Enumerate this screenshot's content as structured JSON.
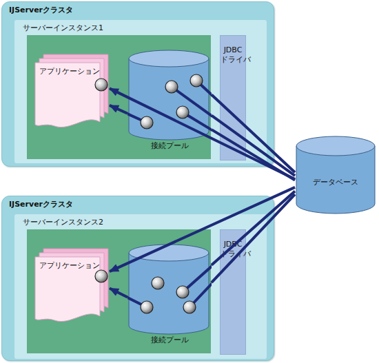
{
  "diagram": {
    "nodes": [
      {
        "text": [
          "IJServerクラスタ"
        ]
      },
      {
        "text": [
          "サーバーインスタンス1"
        ],
        "in": 0
      },
      {
        "text": [
          "アプリケーション"
        ],
        "in": 1
      },
      {
        "text": [
          "接続プール"
        ],
        "in": 1
      },
      {
        "text": [
          "JDBC ドライバ"
        ],
        "in": 1
      },
      {
        "text": [
          "IJServerクラスタ"
        ]
      },
      {
        "text": [
          "サーバーインスタンス2"
        ],
        "in": 5
      },
      {
        "text": [
          "アプリケーション"
        ],
        "in": 6
      },
      {
        "text": [
          "接続プール"
        ],
        "in": 6
      },
      {
        "text": [
          "JDBC ドライバ"
        ],
        "in": 6
      },
      {
        "text": [
          "データベース"
        ]
      }
    ],
    "edges": [
      {
        "from": 3,
        "to": 2,
        "arrow": "to"
      },
      {
        "from": 10,
        "to": 2,
        "arrow": "to"
      },
      {
        "from": 3,
        "to": 10,
        "arrow": "none"
      },
      {
        "from": 3,
        "to": 10,
        "arrow": "none"
      },
      {
        "from": 3,
        "to": 10,
        "arrow": "none"
      },
      {
        "from": 10,
        "to": 7,
        "arrow": "to"
      },
      {
        "from": 8,
        "to": 7,
        "arrow": "to"
      },
      {
        "from": 8,
        "to": 10,
        "arrow": "none"
      },
      {
        "from": 8,
        "to": 10,
        "arrow": "none"
      }
    ]
  }
}
